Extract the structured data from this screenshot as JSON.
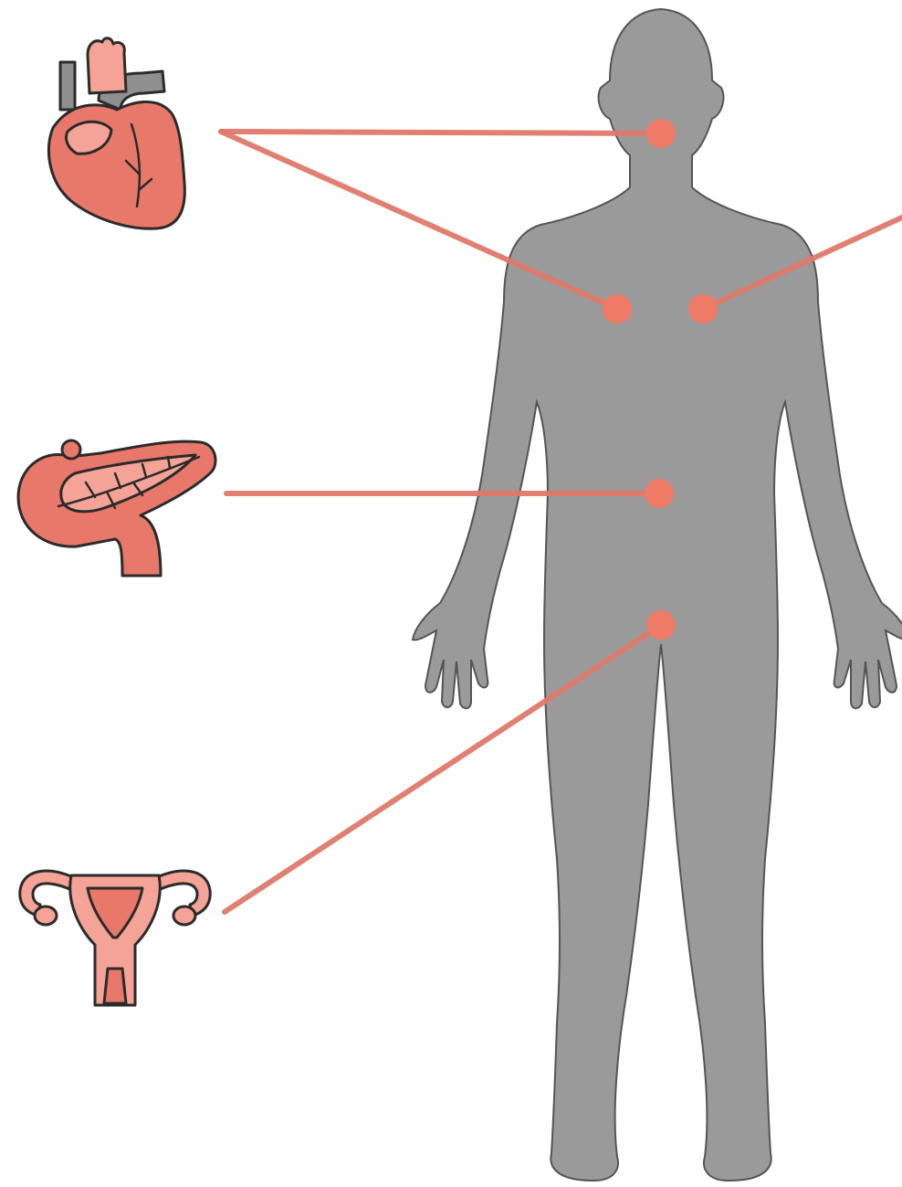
{
  "colors": {
    "background": "#ffffff",
    "connector": "#e07a6a",
    "marker": "#ef7a66",
    "body_fill": "#9a9a9a",
    "body_outline": "#555555",
    "organ_fill": "#e8786a",
    "organ_light": "#f4a396",
    "organ_outline": "#2b2b2b",
    "vessel_gray": "#8f8f8f"
  },
  "figure": {
    "subject": "human-body-silhouette",
    "view": "front"
  },
  "organs": [
    {
      "id": "heart",
      "icon": "heart-icon",
      "markers": [
        "neck",
        "left-chest"
      ]
    },
    {
      "id": "pancreas",
      "icon": "pancreas-icon",
      "markers": [
        "abdomen"
      ]
    },
    {
      "id": "uterus",
      "icon": "uterus-icon",
      "markers": [
        "pelvis"
      ]
    }
  ],
  "right_connector": {
    "markers": [
      "right-chest"
    ],
    "target": "off-canvas-right"
  }
}
